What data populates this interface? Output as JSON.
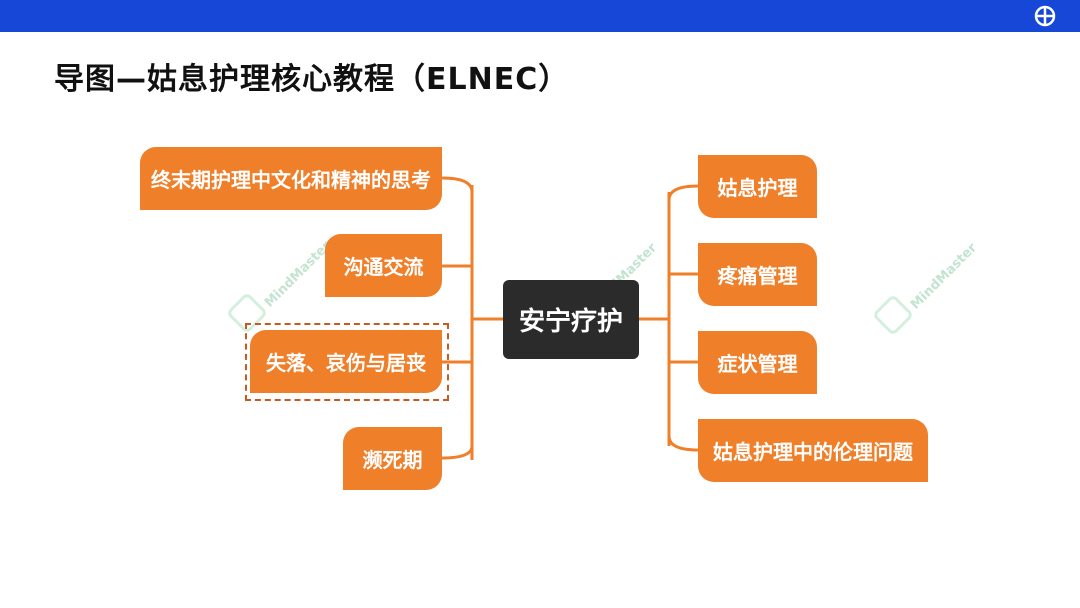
{
  "header": {
    "logo_icon": "crosshair-circle-icon",
    "bar_color": "#1747d6"
  },
  "title": "导图—姑息护理核心教程（ELNEC）",
  "mindmap": {
    "center": "安宁疗护",
    "left_branches": [
      "终末期护理中文化和精神的思考",
      "沟通交流",
      "失落、哀伤与居丧",
      "濒死期"
    ],
    "right_branches": [
      "姑息护理",
      "疼痛管理",
      "症状管理",
      "姑息护理中的伦理问题"
    ],
    "selected_branch": "失落、哀伤与居丧",
    "node_color": "#f07f2a",
    "center_color": "#2b2b2b"
  },
  "watermark": {
    "text": "MindMaster"
  }
}
